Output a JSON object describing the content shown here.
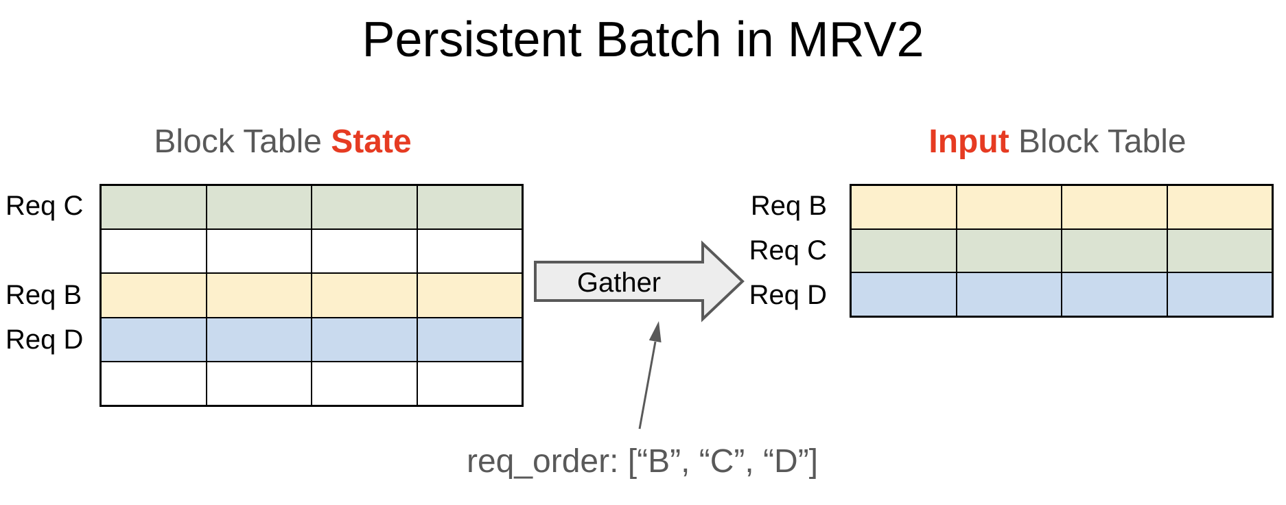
{
  "title": "Persistent Batch in MRV2",
  "colors": {
    "red_accent": "#e63b22",
    "gray_text": "#595959",
    "green_cell": "#dbe3d2",
    "yellow_cell": "#fdf0cc",
    "blue_cell": "#c9daee",
    "white_cell": "#ffffff",
    "arrow_fill": "#ededed",
    "arrow_stroke": "#595959",
    "table_border": "#000000"
  },
  "left_table": {
    "title_gray": "Block Table",
    "title_red": "State",
    "columns": 4,
    "rows": [
      {
        "label": "Req C",
        "bg": "#dbe3d2"
      },
      {
        "label": "",
        "bg": "#ffffff"
      },
      {
        "label": "Req B",
        "bg": "#fdf0cc"
      },
      {
        "label": "Req D",
        "bg": "#c9daee"
      },
      {
        "label": "",
        "bg": "#ffffff"
      }
    ]
  },
  "right_table": {
    "title_red": "Input",
    "title_gray": "Block Table",
    "columns": 4,
    "rows": [
      {
        "label": "Req B",
        "bg": "#fdf0cc"
      },
      {
        "label": "Req C",
        "bg": "#dbe3d2"
      },
      {
        "label": "Req D",
        "bg": "#c9daee"
      }
    ]
  },
  "gather": {
    "label": "Gather"
  },
  "annotation": {
    "text": "req_order: [“B”, “C”, “D”]"
  }
}
